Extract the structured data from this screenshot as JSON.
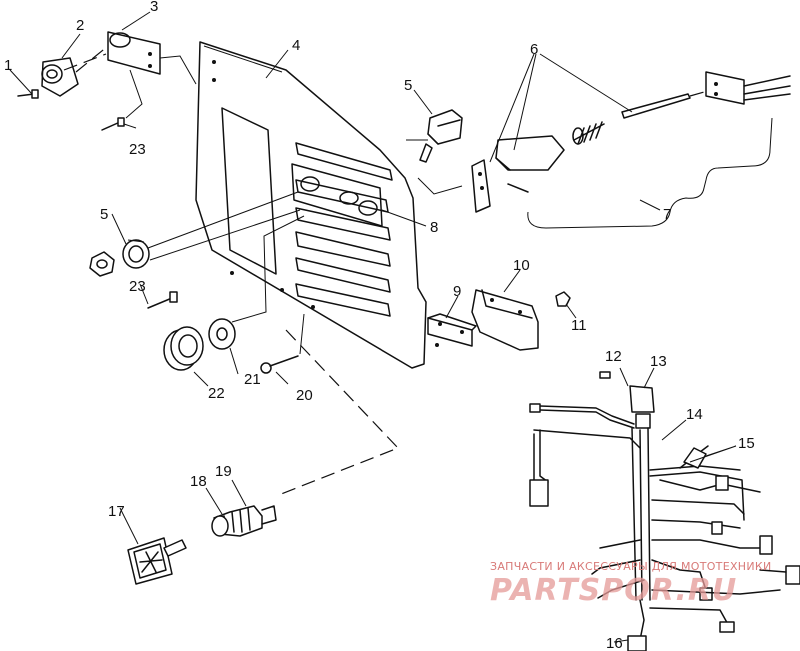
{
  "callouts": {
    "c1": "1",
    "c2": "2",
    "c3": "3",
    "c4": "4",
    "c5a": "5",
    "c5b": "5",
    "c6": "6",
    "c7": "7",
    "c8": "8",
    "c9": "9",
    "c10": "10",
    "c11": "11",
    "c12": "12",
    "c13": "13",
    "c14": "14",
    "c15": "15",
    "c16": "16",
    "c17": "17",
    "c18": "18",
    "c19": "19",
    "c20": "20",
    "c21": "21",
    "c22": "22",
    "c23a": "23",
    "c23b": "23"
  },
  "watermark": {
    "tagline": "ЗАПЧАСТИ И АКСЕССУАРЫ ДЛЯ МОТОТЕХНИКИ",
    "brand": "PARTSPOR.RU",
    "color": "#e59a98"
  }
}
